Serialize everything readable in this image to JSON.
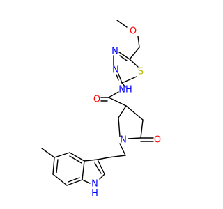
{
  "colors": {
    "background": "#ffffff",
    "bond": "#000000",
    "oxygen": "#ff0000",
    "nitrogen": "#0000ff",
    "sulfur": "#b8b800"
  },
  "atoms": {
    "methoxy_o": "O",
    "thiadiazole_s": "S",
    "thiadiazole_n1": "N",
    "thiadiazole_n2": "N",
    "amide_nh": "NH",
    "amide_o": "O",
    "pyrrolidine_n": "N",
    "lactam_o": "O",
    "indole_nh": "H",
    "indole_n": "N"
  }
}
